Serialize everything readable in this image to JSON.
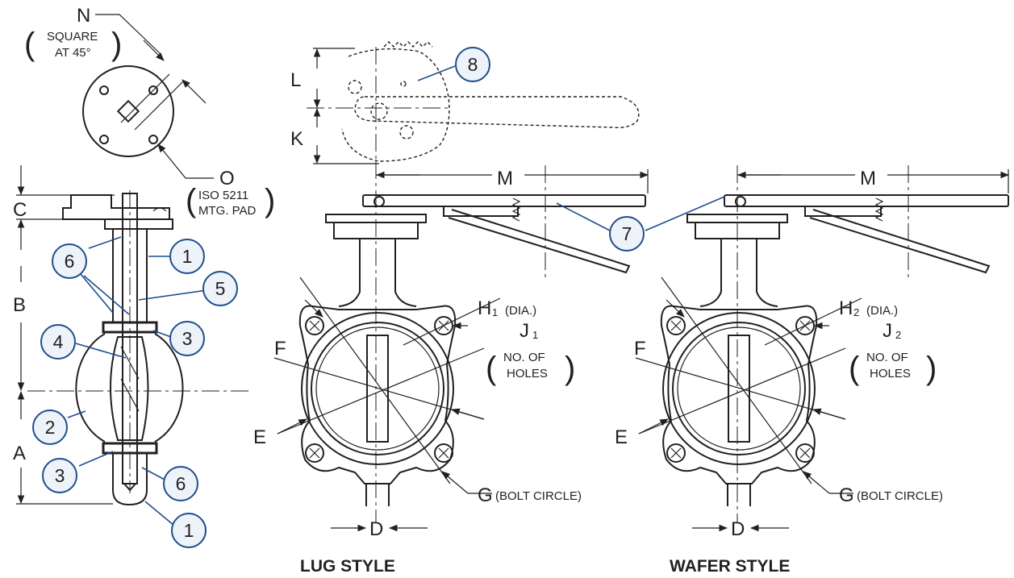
{
  "colors": {
    "line": "#231f20",
    "balloon": "#1f4e8c",
    "balloon_fill": "#eef3fa",
    "background": "#ffffff"
  },
  "titles": {
    "lug": "LUG STYLE",
    "wafer": "WAFER STYLE"
  },
  "dimensions": {
    "A": "A",
    "B": "B",
    "C": "C",
    "D": "D",
    "E": "E",
    "F": "F",
    "G": "G",
    "K": "K",
    "L": "L",
    "M": "M",
    "N": "N",
    "O": "O",
    "H": "H",
    "J": "J",
    "sub1": "1",
    "sub2": "2"
  },
  "notes": {
    "square_line1": "SQUARE",
    "square_line2": "AT 45°",
    "iso_line1": "ISO 5211",
    "iso_line2": "MTG. PAD",
    "dia": "(DIA.)",
    "bolt_circle": "(BOLT CIRCLE)",
    "no_of": "NO. OF",
    "holes": "HOLES"
  },
  "balloons": [
    "1",
    "2",
    "3",
    "4",
    "5",
    "6",
    "7",
    "8"
  ]
}
